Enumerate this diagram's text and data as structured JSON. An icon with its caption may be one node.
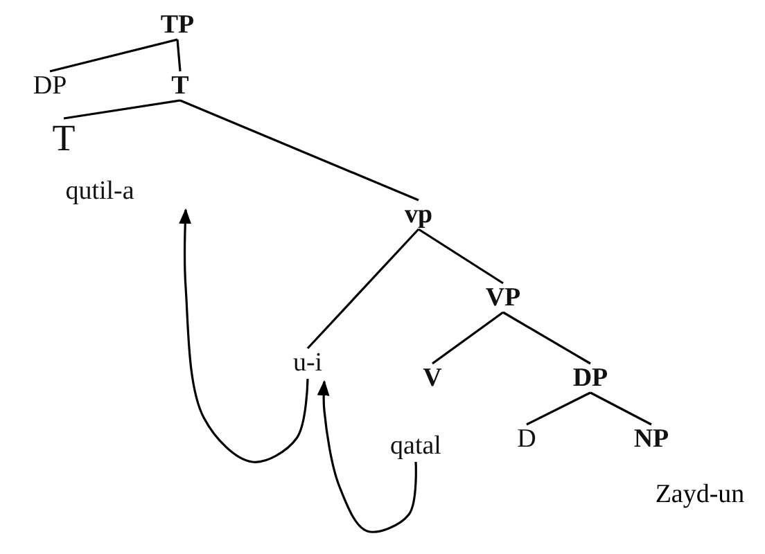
{
  "diagram": {
    "nodes": [
      {
        "text": [
          "TP"
        ]
      },
      {
        "text": [
          "DP"
        ]
      },
      {
        "text": [
          "T"
        ]
      },
      {
        "text": [
          "T"
        ]
      },
      {
        "text": [
          "qutil-a"
        ]
      },
      {
        "text": [
          "vp"
        ]
      },
      {
        "text": [
          "u-i"
        ]
      },
      {
        "text": [
          "VP"
        ]
      },
      {
        "text": [
          "V"
        ]
      },
      {
        "text": [
          "qatal"
        ]
      },
      {
        "text": [
          "DP"
        ]
      },
      {
        "text": [
          "D"
        ]
      },
      {
        "text": [
          "NP"
        ],
        "beside": [
          "Zayd-un"
        ]
      }
    ],
    "edges": [
      {
        "from": 0,
        "to": 1,
        "arrow": "none"
      },
      {
        "from": 0,
        "to": 2,
        "arrow": "none"
      },
      {
        "from": 2,
        "to": 3,
        "arrow": "none"
      },
      {
        "from": 2,
        "to": 5,
        "arrow": "none"
      },
      {
        "from": 5,
        "to": 6,
        "arrow": "none"
      },
      {
        "from": 5,
        "to": 7,
        "arrow": "none"
      },
      {
        "from": 7,
        "to": 8,
        "arrow": "none"
      },
      {
        "from": 7,
        "to": 10,
        "arrow": "none"
      },
      {
        "from": 10,
        "to": 11,
        "arrow": "none"
      },
      {
        "from": 10,
        "to": 12,
        "arrow": "none"
      },
      {
        "from": 6,
        "to": 4,
        "arrow": "to"
      },
      {
        "from": 9,
        "to": 6,
        "arrow": "to"
      }
    ]
  }
}
